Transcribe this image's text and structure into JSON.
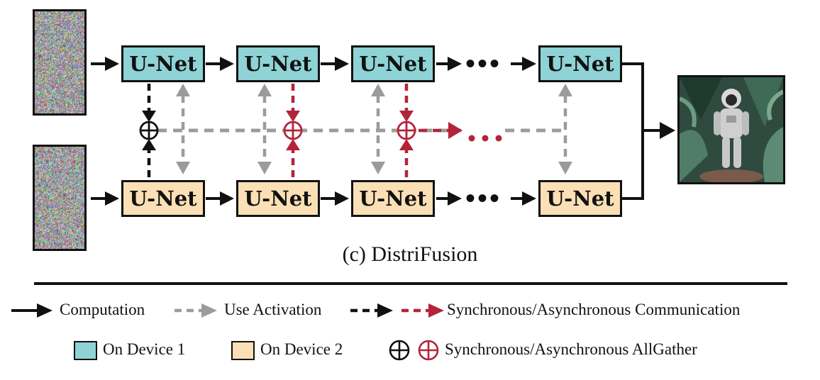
{
  "diagram": {
    "block_label": "U-Net",
    "caption": "(c) DistriFusion",
    "colors": {
      "device1": "#8fd3d6",
      "device2": "#fbe0b5",
      "computation": "#111111",
      "activation": "#9b9b9b",
      "async": "#b3243a"
    },
    "ellipsis": "…",
    "output_image": "astronaut-in-jungle"
  },
  "legend": {
    "computation": "Computation",
    "use_activation": "Use Activation",
    "communication": "Synchronous/Asynchronous Communication",
    "device1": "On Device 1",
    "device2": "On Device 2",
    "allgather": "Synchronous/Asynchronous AllGather"
  }
}
